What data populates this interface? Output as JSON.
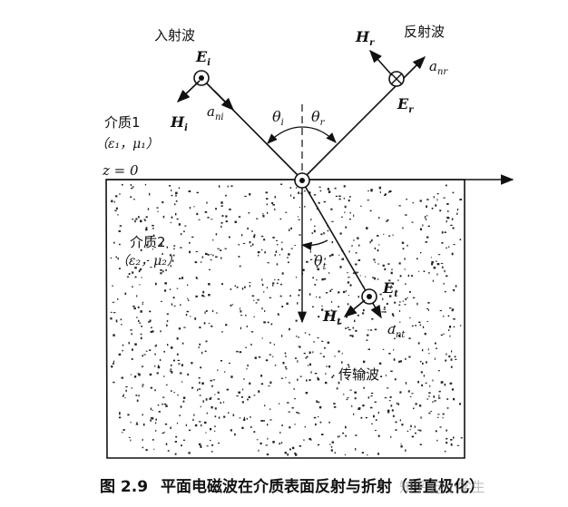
{
  "diagram": {
    "incident_wave": "入射波",
    "reflected_wave": "反射波",
    "transmitted_wave": "传输波",
    "medium1": "介质1",
    "medium1_params": "（ε₁，μ₁）",
    "medium2": "介质2",
    "medium2_params": "（ε₂，μ₂）",
    "interface": "z = 0",
    "E_i": "E",
    "E_i_sub": "i",
    "H_i": "H",
    "H_i_sub": "i",
    "a_ni": "a",
    "a_ni_sub": "ni",
    "E_r": "E",
    "E_r_sub": "r",
    "H_r": "H",
    "H_r_sub": "r",
    "a_nr": "a",
    "a_nr_sub": "nr",
    "E_t": "E",
    "E_t_sub": "t",
    "H_t": "H",
    "H_t_sub": "t",
    "a_nt": "a",
    "a_nt_sub": "nt",
    "theta_i": "θ",
    "theta_i_sub": "i",
    "theta_r": "θ",
    "theta_r_sub": "r",
    "theta_t": "θ",
    "theta_t_sub": "t"
  },
  "caption": {
    "number": "图 2.9",
    "text": "平面电磁波在介质表面反射与折射（垂直极化）"
  },
  "watermark": "知乎 @小学生"
}
